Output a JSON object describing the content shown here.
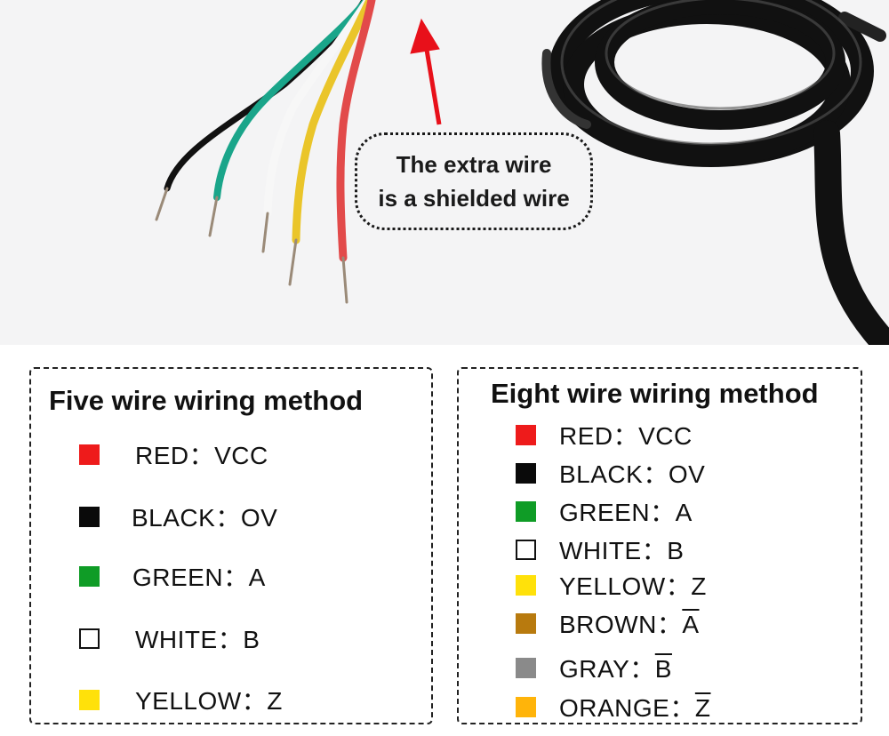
{
  "callout": {
    "line1": "The extra wire",
    "line2": "is a shielded wire"
  },
  "five_wire": {
    "title": "Five wire wiring method",
    "items": [
      {
        "color": "#ee1b1b",
        "label": "RED：VCC"
      },
      {
        "color": "#0a0a0a",
        "label": "BLACK：OV"
      },
      {
        "color": "#0f9c26",
        "label": "GREEN：A"
      },
      {
        "color": "#ffffff",
        "label": "WHITE：B"
      },
      {
        "color": "#ffe10a",
        "label": "YELLOW：Z"
      }
    ]
  },
  "eight_wire": {
    "title": "Eight wire wiring method",
    "items": [
      {
        "color": "#ee1b1b",
        "label": "RED：VCC"
      },
      {
        "color": "#0a0a0a",
        "label": "BLACK：OV"
      },
      {
        "color": "#0f9c26",
        "label": "GREEN：A"
      },
      {
        "color": "#ffffff",
        "label": "WHITE：B"
      },
      {
        "color": "#ffe10a",
        "label": "YELLOW：Z"
      },
      {
        "color": "#b87a0e",
        "label_prefix": "BROWN：",
        "label_bar": "A"
      },
      {
        "color": "#8a8a8a",
        "label_prefix": "GRAY：",
        "label_bar": "B"
      },
      {
        "color": "#ffb40a",
        "label_prefix": "ORANGE：",
        "label_bar": "Z"
      }
    ]
  }
}
